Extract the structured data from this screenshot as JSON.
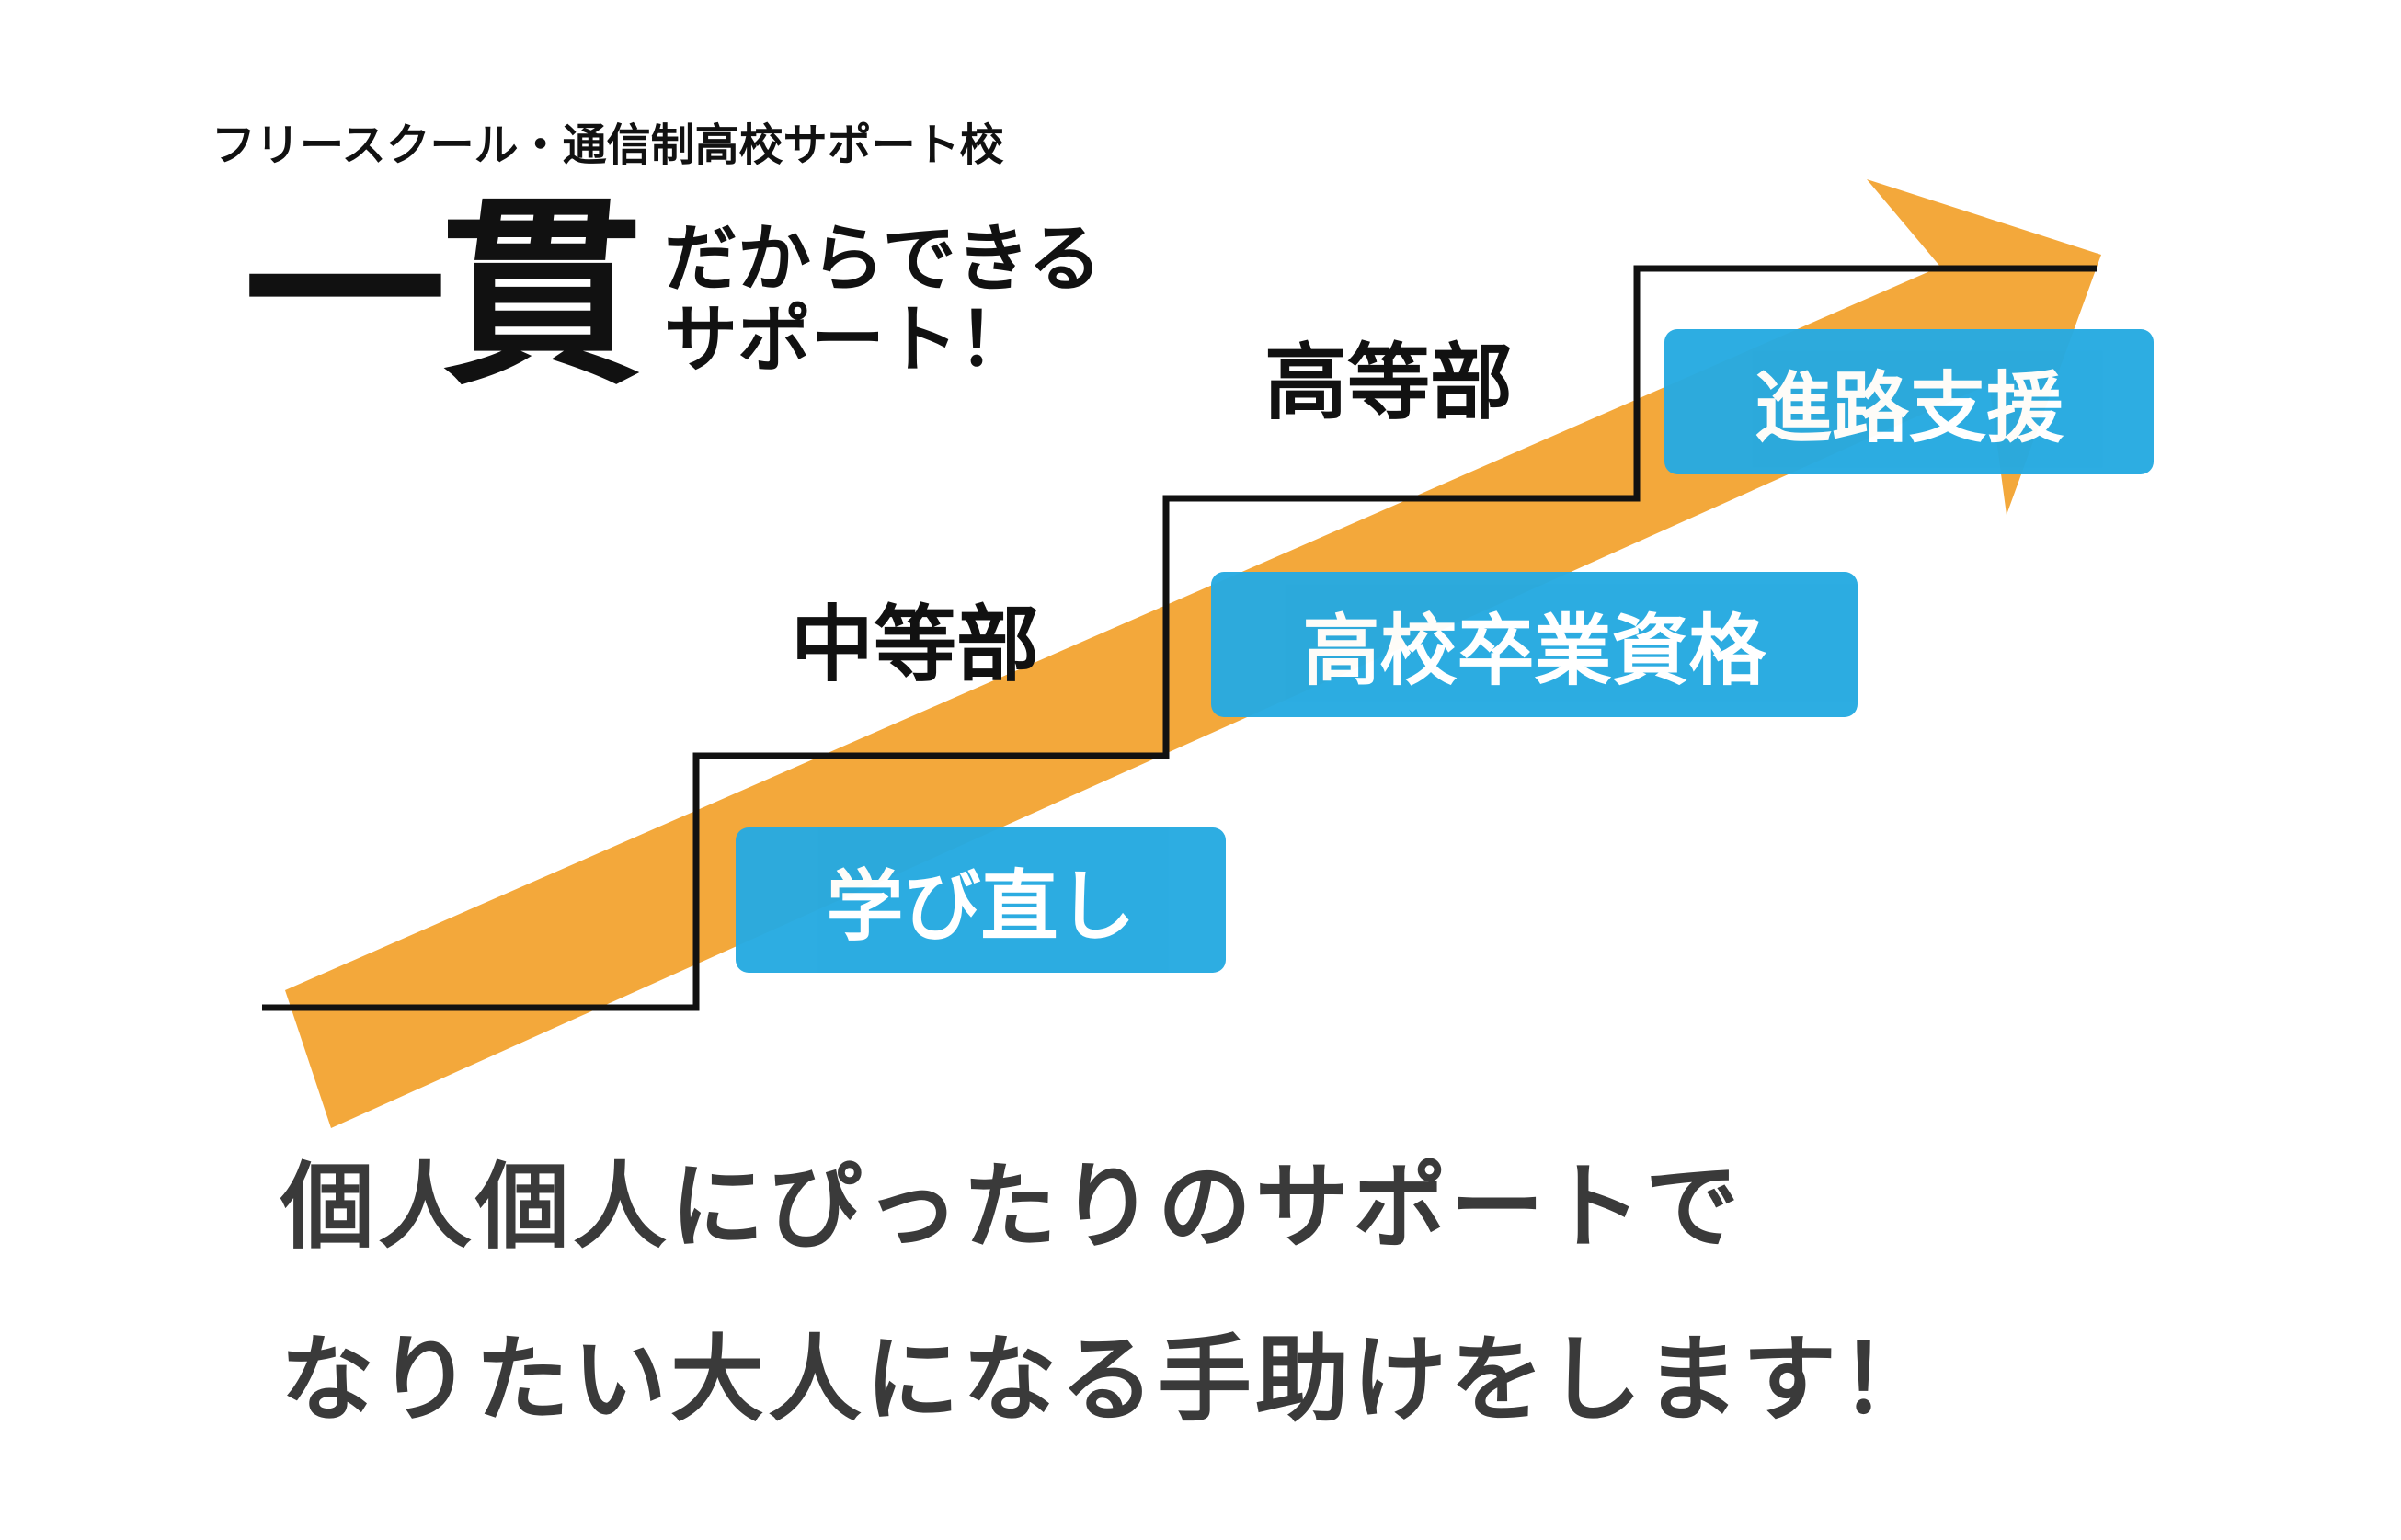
{
  "header": {
    "subtitle": "フリースクール・通信制高校サポート校",
    "main_kanji": "一貫",
    "tagline_line1": "だからできる",
    "tagline_line2": "サポート！"
  },
  "levels": {
    "high": "高等部",
    "middle": "中等部"
  },
  "steps": [
    {
      "label": "学び直し"
    },
    {
      "label": "高校卒業資格"
    },
    {
      "label": "進路支援"
    }
  ],
  "message": {
    "line1": "個人個人にぴったりのサポートで",
    "line2": "なりたい大人になる手助けをします！"
  },
  "colors": {
    "arrow": "#f3a83b",
    "pill": "#26aae1",
    "stairs": "#111111",
    "message_text": "#3a3a3a"
  }
}
